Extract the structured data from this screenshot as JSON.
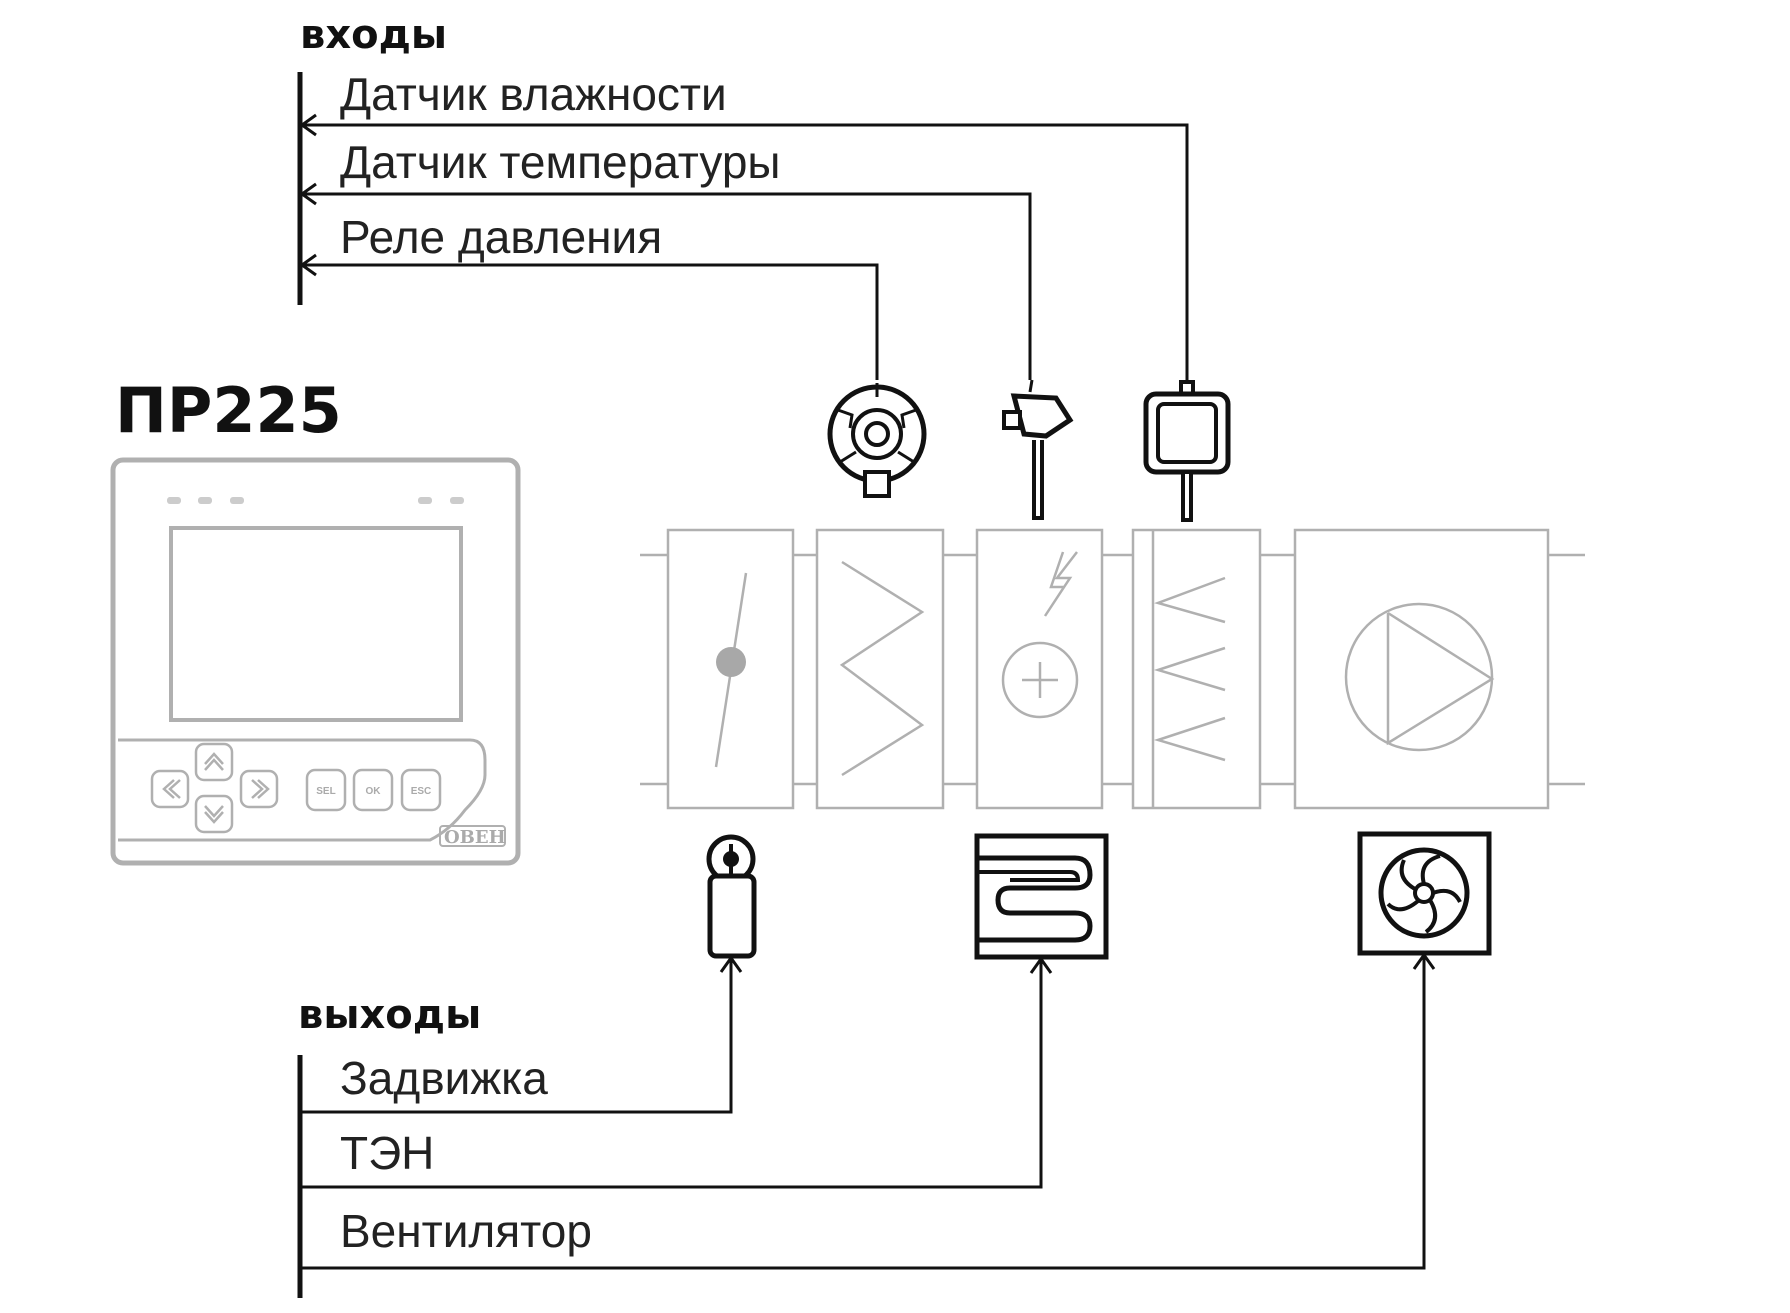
{
  "inputs": {
    "header": "входы",
    "items": [
      "Датчик влажности",
      "Датчик температуры",
      "Реле давления"
    ]
  },
  "outputs": {
    "header": "выходы",
    "items": [
      "Задвижка",
      "ТЭН",
      "Вентилятор"
    ]
  },
  "controller": {
    "model": "ПР225",
    "buttons": [
      "SEL",
      "OK",
      "ESC"
    ],
    "brand": "ОВЕН"
  },
  "colors": {
    "line": "#111111",
    "unit_outline": "#b0b0b0",
    "background": "#ffffff"
  },
  "icons": {
    "inputs": [
      "pressure-relay-icon",
      "temperature-sensor-icon",
      "humidity-sensor-icon"
    ],
    "outputs": [
      "damper-actuator-icon",
      "heating-element-icon",
      "fan-icon"
    ],
    "unit_sections": [
      "damper-section",
      "filter-section",
      "electric-heater-section",
      "bag-filter-section",
      "fan-section"
    ]
  }
}
